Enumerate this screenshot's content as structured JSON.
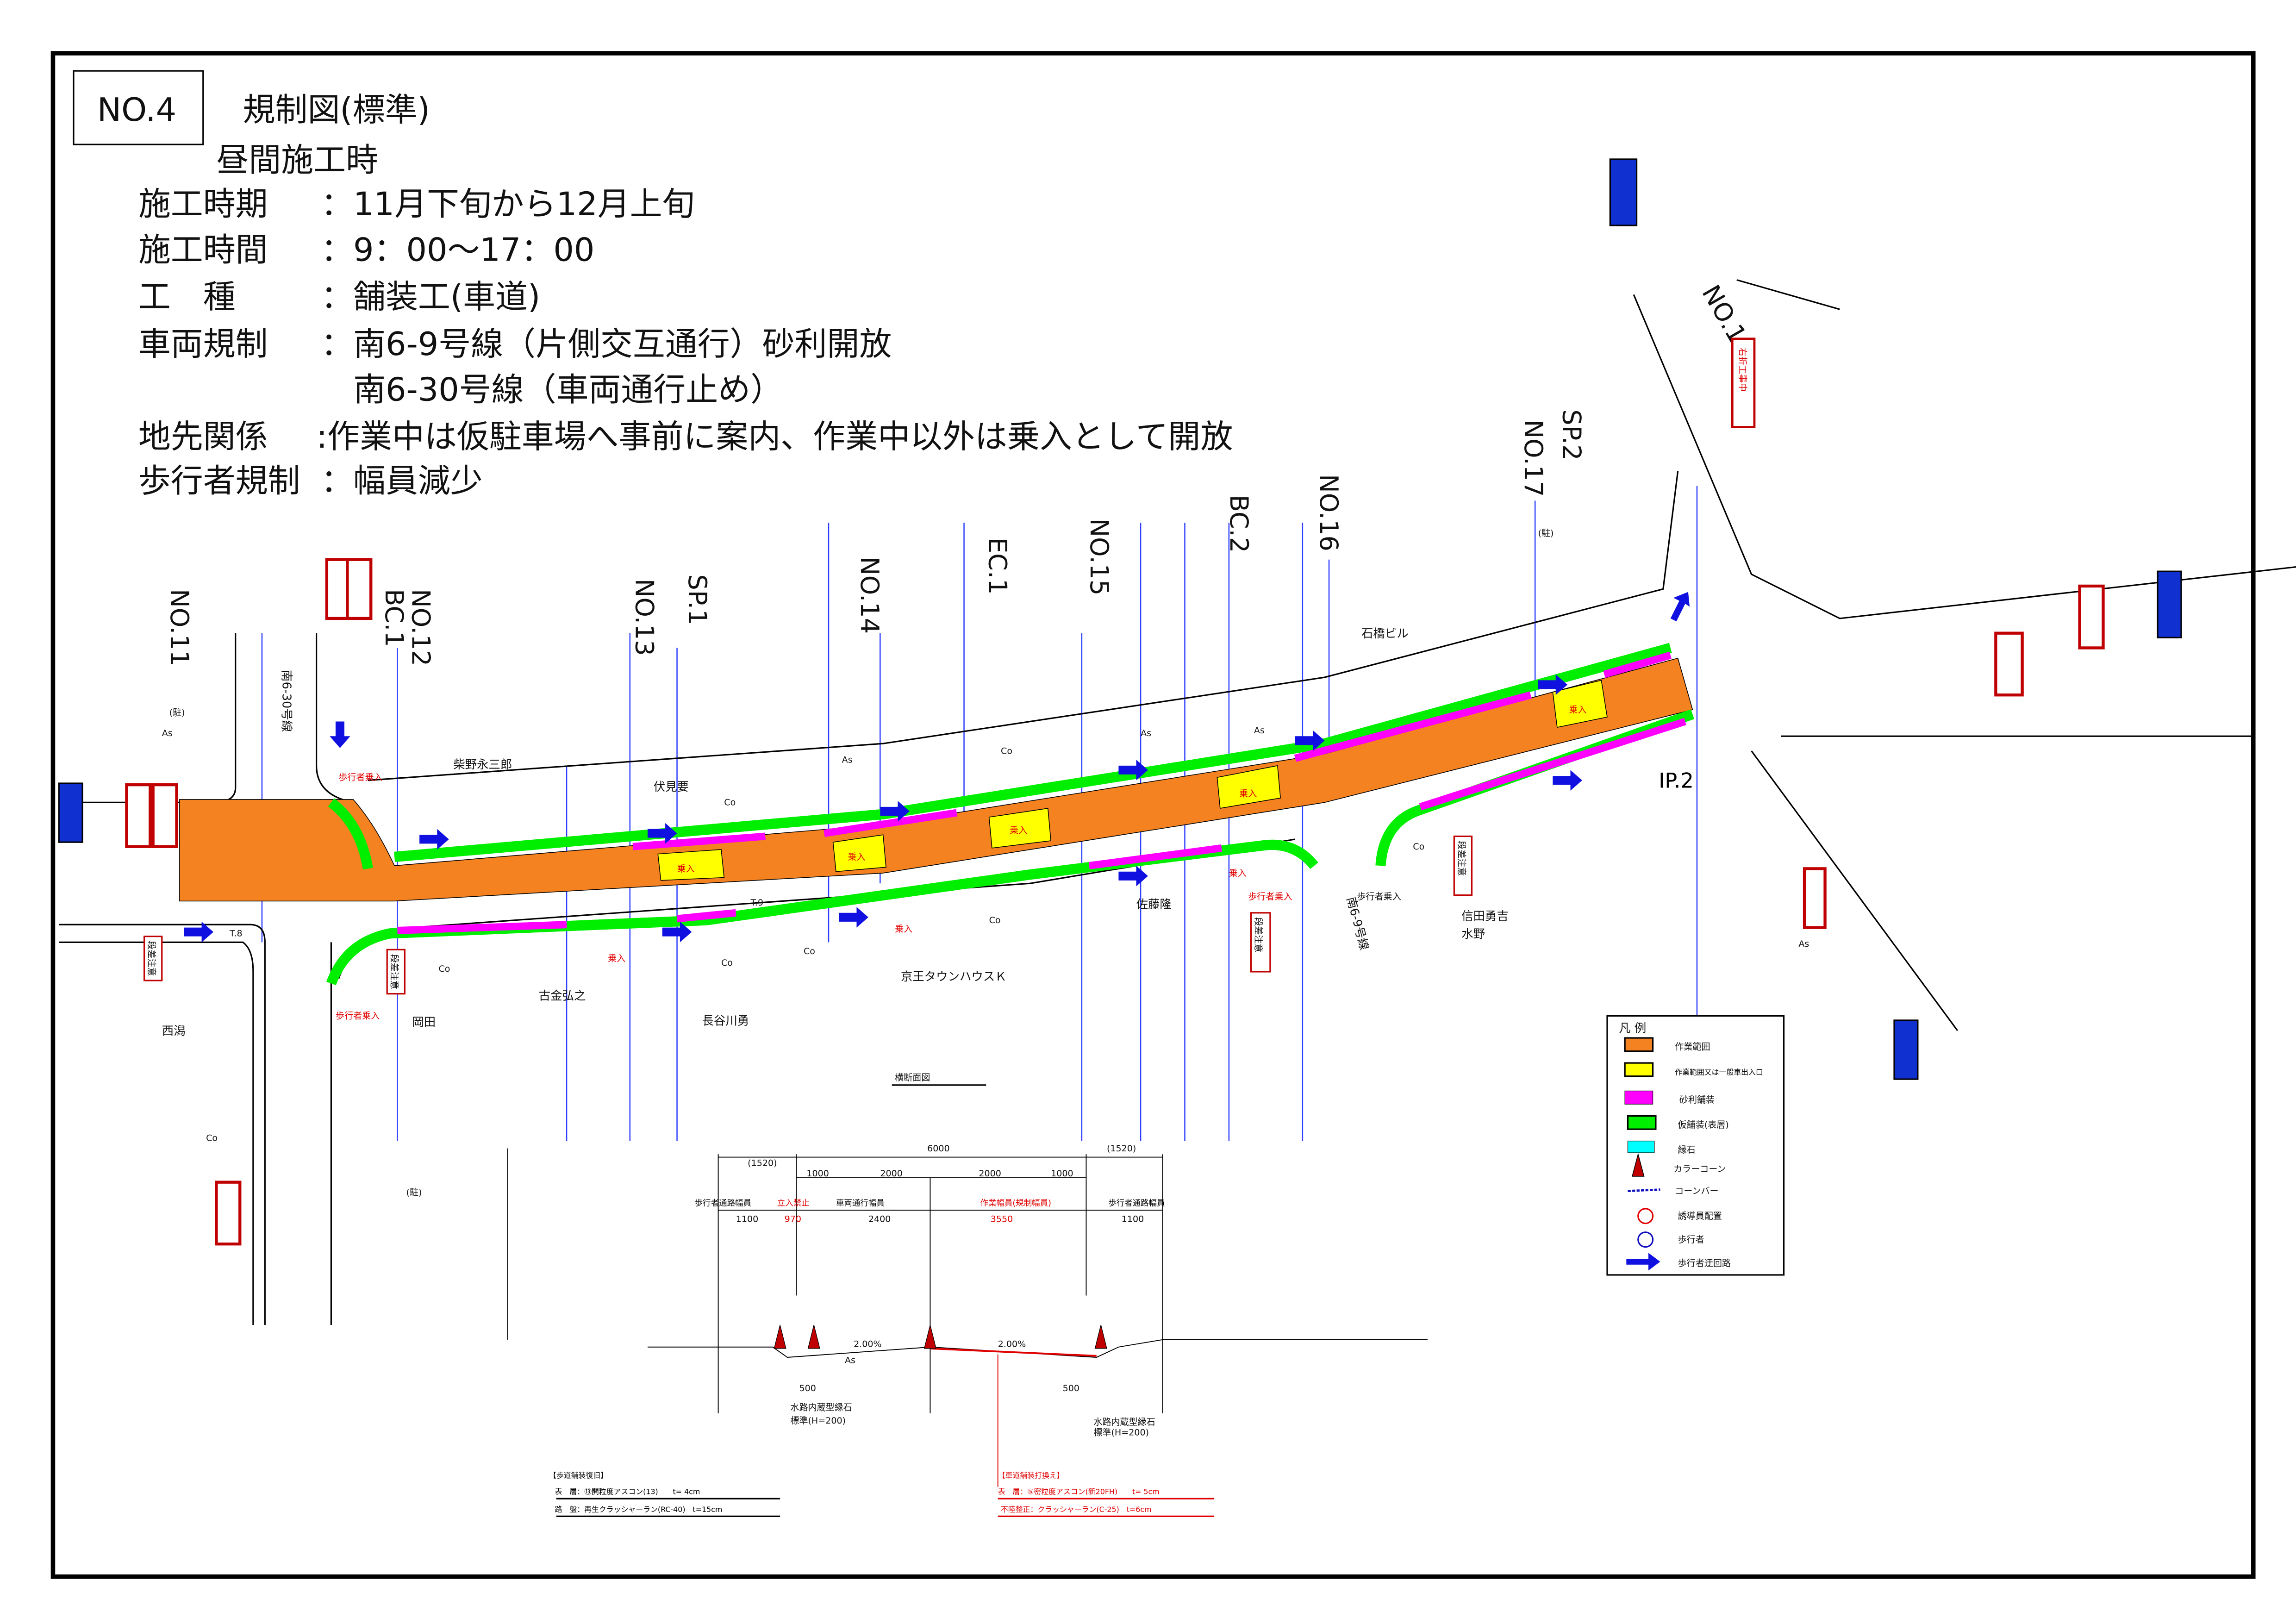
{
  "header": {
    "sheet_no": "NO.4",
    "title": "規制図(標準)",
    "subtitle": "昼間施工時",
    "rows": [
      {
        "label": "施工時期",
        "value": "：11月下旬から12月上旬"
      },
      {
        "label": "施工時間",
        "value": "：9：00〜17：00"
      },
      {
        "label": "工　種",
        "value": "：舗装工(車道)"
      },
      {
        "label": "車両規制",
        "value": "：南6-9号線（片側交互通行）砂利開放"
      },
      {
        "label": "",
        "value": "南6-30号線（車両通行止め）"
      },
      {
        "label": "地先関係",
        "value": ":作業中は仮駐車場へ事前に案内、作業中以外は乗入として開放"
      },
      {
        "label": "歩行者規制",
        "value": "：幅員減少"
      }
    ]
  },
  "stations": [
    "NO.11",
    "BC.1",
    "NO.12",
    "NO.13",
    "SP.1",
    "NO.14",
    "EC.1",
    "NO.15",
    "BC.2",
    "NO.16",
    "NO.17",
    "SP.2",
    "NO.18"
  ],
  "map": {
    "places": [
      "柴野永三郎",
      "伏見要",
      "石橋ビル",
      "佐藤隆",
      "信田勇吉",
      "水野",
      "京王タウンハウスＫ",
      "古金弘之",
      "長谷川勇",
      "岡田",
      "西潟",
      "IP.2",
      "(駐)",
      "(駐)",
      "(駐)"
    ],
    "roads": [
      "南6-30号線",
      "南6-9号線"
    ],
    "entry_label": "乗入",
    "ped_entry_label": "歩行者乗入",
    "caution_sign": "段差注意",
    "sign_right_turn": "右折工事中",
    "surface_labels": [
      "As",
      "Co",
      "T.8",
      "T.9"
    ]
  },
  "legend": {
    "title": "凡 例",
    "items": [
      {
        "label": "作業範囲",
        "color": "#f58220"
      },
      {
        "label": "作業範囲又は一般車出入口",
        "color": "#ffff00"
      },
      {
        "label": "砂利舗装",
        "color": "#ff00ff"
      },
      {
        "label": "仮舗装(表層)",
        "color": "#00ee00"
      },
      {
        "label": "縁石",
        "color": "#00ffff"
      },
      {
        "label": "カラーコーン",
        "icon": "cone"
      },
      {
        "label": "コーンバー",
        "icon": "cone-bar"
      },
      {
        "label": "誘導員配置",
        "icon": "flagman"
      },
      {
        "label": "歩行者",
        "icon": "pedestrian"
      },
      {
        "label": "歩行者迂回路",
        "icon": "arrow"
      }
    ]
  },
  "section": {
    "title": "横断面図",
    "total": "6000",
    "side_left": "(1520)",
    "side_right": "(1520)",
    "lanes": [
      "1000",
      "2000",
      "2000",
      "1000"
    ],
    "zones": [
      {
        "label": "歩行者通路幅員",
        "value": "1100"
      },
      {
        "label": "立入禁止",
        "value": "970",
        "red": true
      },
      {
        "label": "車両通行幅員",
        "value": "2400"
      },
      {
        "label": "作業幅員(規制幅員)",
        "value": "3550",
        "red": true
      },
      {
        "label": "歩行者通路幅員",
        "value": "1100"
      }
    ],
    "slope_left": "2.00%",
    "slope_right": "2.00%",
    "curb_width": "500",
    "curb_note_1": "水路内蔵型縁石",
    "curb_note_2": "標準(H=200)",
    "as_label": "As"
  },
  "notes": {
    "sidewalk": {
      "title": "【歩道舗装復旧】",
      "row1": "表　層：⑬開粒度アスコン(13)　　t= 4cm",
      "row2": "路　盤：再生クラッシャーラン(RC-40)　t=15cm"
    },
    "roadway": {
      "title": "【車道舗装打換え】",
      "row1": "表　層：⑤密粒度アスコン(新20FH)　　t= 5cm",
      "row2": "不陸整正：クラッシャーラン(C-25)　t=6cm"
    }
  }
}
